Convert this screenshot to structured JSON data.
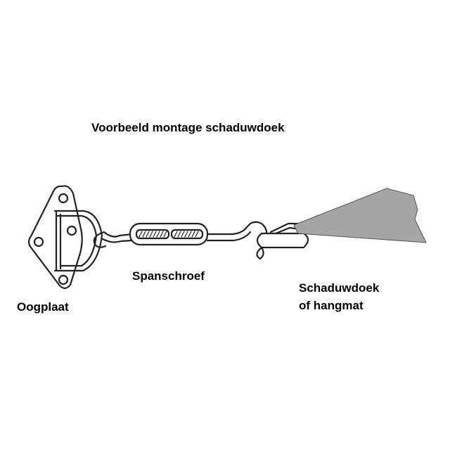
{
  "title": "Voorbeeld montage schaduwdoek",
  "labels": {
    "eye_plate": "Oogplaat",
    "turnbuckle": "Spanschroef",
    "shade_line1": "Schaduwdoek",
    "shade_line2": "of hangmat"
  },
  "colors": {
    "cloth": "#a6a6a6",
    "stroke": "#222222"
  }
}
